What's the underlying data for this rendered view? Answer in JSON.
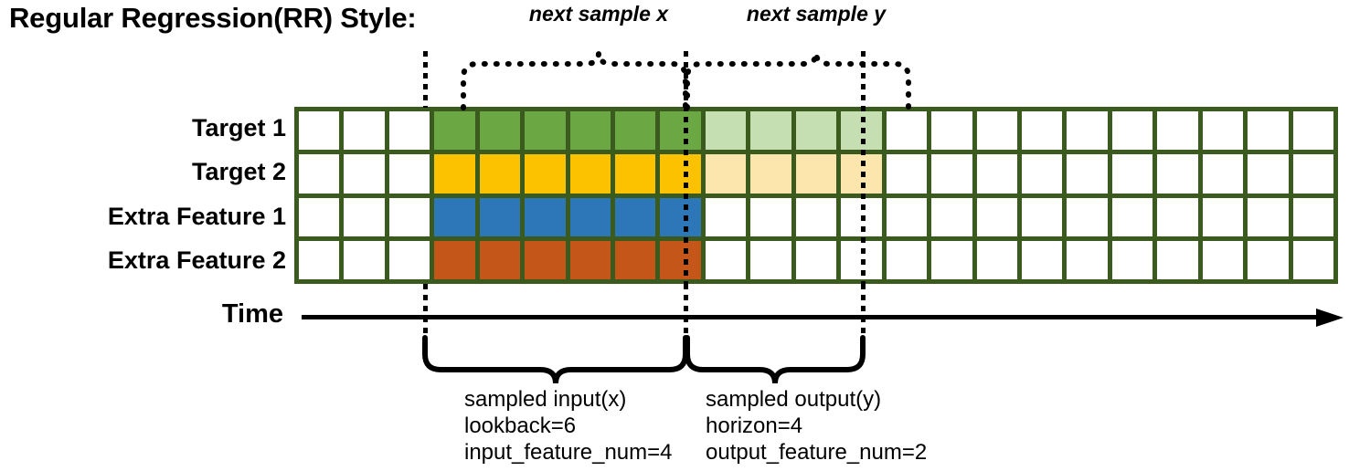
{
  "title": "Regular Regression(RR) Style:",
  "rows": [
    {
      "label": "Target 1",
      "name": "target-1"
    },
    {
      "label": "Target 2",
      "name": "target-2"
    },
    {
      "label": "Extra Feature 1",
      "name": "extra-feature-1"
    },
    {
      "label": "Extra Feature 2",
      "name": "extra-feature-2"
    }
  ],
  "grid": {
    "columns": 23,
    "rows": 4,
    "border_color": "#3a5a1e",
    "empty_color": "#ffffff",
    "input_start_col": 4,
    "input_end_col": 9,
    "output_start_col": 10,
    "output_end_col": 13,
    "row_colors": [
      {
        "input": "#6ba843",
        "output": "#c5dfb3"
      },
      {
        "input": "#fcc200",
        "output": "#fde6ad"
      },
      {
        "input": "#2d76b8",
        "output": "#ffffff"
      },
      {
        "input": "#c4561a",
        "output": "#ffffff"
      }
    ]
  },
  "time_axis": {
    "label": "Time"
  },
  "top_braces": [
    {
      "label": "next sample x",
      "name": "next-sample-x"
    },
    {
      "label": "next sample y",
      "name": "next-sample-y"
    }
  ],
  "bottom_annotations": [
    {
      "name": "sampled-input",
      "lines": [
        "sampled input(x)",
        "lookback=6",
        "input_feature_num=4"
      ]
    },
    {
      "name": "sampled-output",
      "lines": [
        "sampled output(y)",
        "horizon=4",
        "output_feature_num=2"
      ]
    }
  ]
}
